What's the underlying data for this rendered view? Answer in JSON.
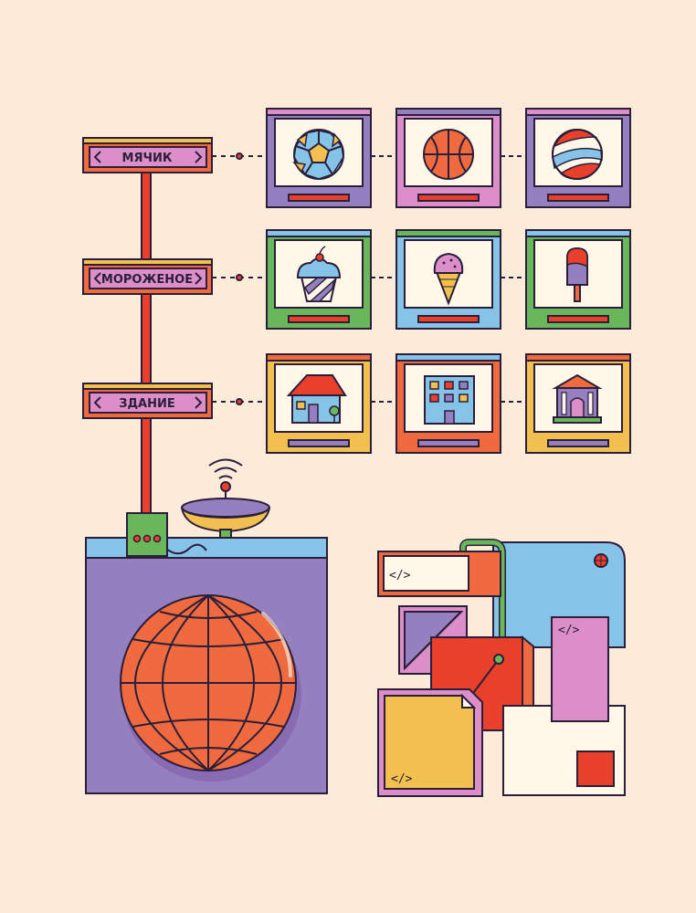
{
  "categories": [
    {
      "label": "МЯЧИК",
      "items": [
        "soccer-ball-icon",
        "basketball-icon",
        "volleyball-icon"
      ]
    },
    {
      "label": "МОРОЖЕНОЕ",
      "items": [
        "cupcake-icon",
        "ice-cream-cone-icon",
        "popsicle-icon"
      ]
    },
    {
      "label": "ЗДАНИЕ",
      "items": [
        "house-icon",
        "office-building-icon",
        "museum-icon"
      ]
    }
  ],
  "code_tag": "</>",
  "colors": {
    "background": "#fdebd9",
    "outline": "#2a1e3a",
    "red": "#e8402a",
    "orange": "#ef6b3f",
    "purple": "#9480bf",
    "pink": "#dc8ec8",
    "blue": "#86c3e8",
    "green": "#6ab65a",
    "yellow": "#f1c04f",
    "cream": "#fff7e8"
  }
}
